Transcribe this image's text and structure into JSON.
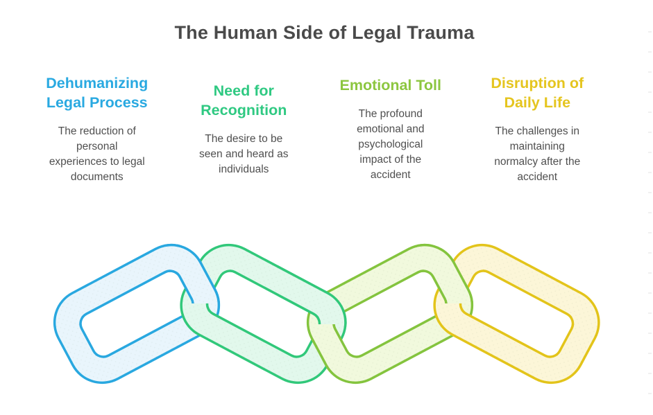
{
  "title": "The Human Side of Legal Trauma",
  "title_color": "#4A4A4A",
  "body_text_color": "#4F4F4F",
  "background": "#FFFFFF",
  "columns": [
    {
      "id": "dehumanizing-legal-process",
      "heading": "Dehumanizing\nLegal Process",
      "heading_color": "#29A9E1",
      "body": "The reduction of\npersonal\nexperiences to legal\ndocuments"
    },
    {
      "id": "need-for-recognition",
      "heading": "Need for\nRecognition",
      "heading_color": "#2FC982",
      "body": "The desire to be\nseen and heard as\nindividuals"
    },
    {
      "id": "emotional-toll",
      "heading": "Emotional Toll",
      "heading_color": "#8CC63F",
      "body": "The profound\nemotional and\npsychological\nimpact of the\naccident"
    },
    {
      "id": "disruption-of-daily-life",
      "heading": "Disruption of\nDaily Life",
      "heading_color": "#E5C51F",
      "body": "The challenges in\nmaintaining\nnormalcy after the\naccident"
    }
  ],
  "chain": {
    "links": [
      {
        "name": "chain-link-blue",
        "stroke": "#29A8E0",
        "fill": "#E9F5FC"
      },
      {
        "name": "chain-link-green",
        "stroke": "#31C87A",
        "fill": "#E2F8EC"
      },
      {
        "name": "chain-link-lime",
        "stroke": "#84C43E",
        "fill": "#F1F9DD"
      },
      {
        "name": "chain-link-yellow",
        "stroke": "#E3C41A",
        "fill": "#FCF6D8"
      }
    ]
  }
}
